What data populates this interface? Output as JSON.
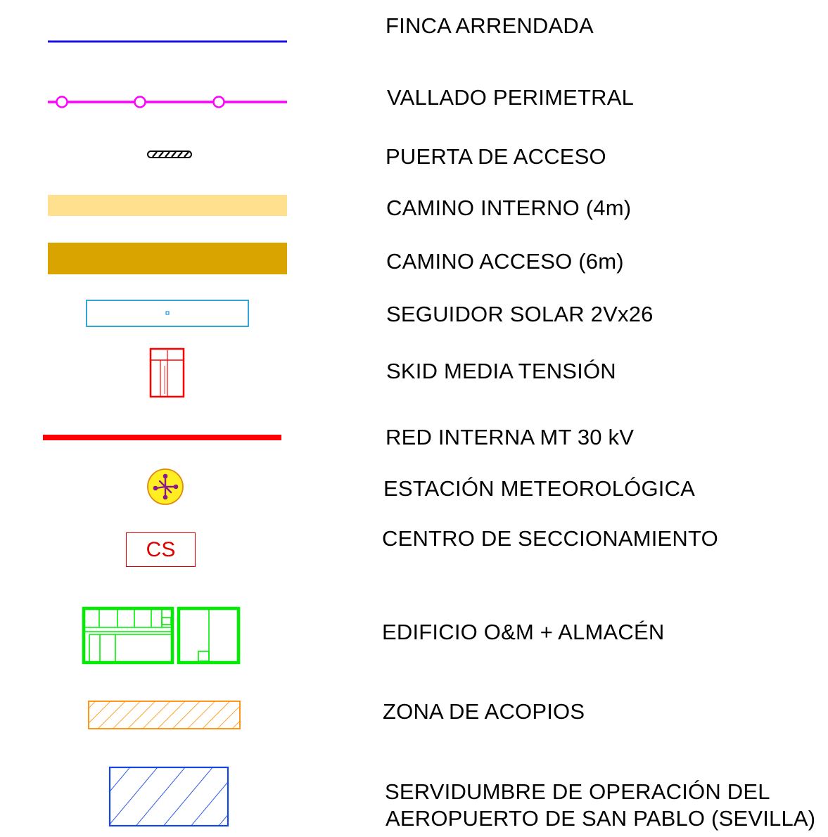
{
  "legend": {
    "items": [
      {
        "id": "finca",
        "label": "FINCA ARRENDADA",
        "color": "#1a10e8"
      },
      {
        "id": "vallado",
        "label": "VALLADO PERIMETRAL",
        "color": "#ff00ff"
      },
      {
        "id": "puerta",
        "label": "PUERTA DE ACCESO",
        "color": "#000000"
      },
      {
        "id": "camino_interno",
        "label": "CAMINO INTERNO (4m)",
        "color": "#ffe08e"
      },
      {
        "id": "camino_acceso",
        "label": "CAMINO ACCESO (6m)",
        "color": "#d9a300"
      },
      {
        "id": "seguidor",
        "label": "SEGUIDOR SOLAR 2Vx26",
        "color": "#1e9bd7"
      },
      {
        "id": "skid",
        "label": "SKID MEDIA TENSIÓN",
        "color": "#ff0000"
      },
      {
        "id": "red_mt",
        "label": "RED INTERNA MT 30 kV",
        "color": "#ff0000"
      },
      {
        "id": "meteo",
        "label": "ESTACIÓN METEOROLÓGICA",
        "color": "#ffee22"
      },
      {
        "id": "cs",
        "label": "CENTRO DE SECCIONAMIENTO",
        "symbol_text": "CS",
        "color": "#e00000"
      },
      {
        "id": "om",
        "label": "EDIFICIO O&M + ALMACÉN",
        "color": "#00ee00"
      },
      {
        "id": "acopios",
        "label": "ZONA DE ACOPIOS",
        "color": "#ff8a00"
      },
      {
        "id": "servidumbre",
        "label_line1": "SERVIDUMBRE DE OPERACIÓN DEL",
        "label_line2": "AEROPUERTO DE SAN PABLO (SEVILLA)",
        "color": "#1446e6"
      }
    ]
  }
}
